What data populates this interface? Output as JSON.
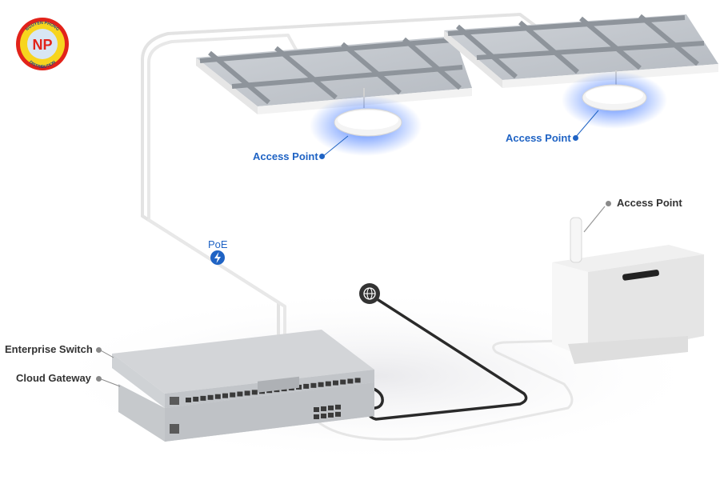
{
  "logo": {
    "text_top": "NGUYEN PHONG",
    "text_bottom": "DISTRIBUTION",
    "monogram": "NP",
    "ring_color": "#e2231a",
    "fill_color": "#f7d51e"
  },
  "labels": {
    "access_point_1": "Access Point",
    "access_point_2": "Access Point",
    "access_point_3": "Access Point",
    "poe": "PoE",
    "enterprise_switch": "Enterprise Switch",
    "cloud_gateway": "Cloud Gateway"
  },
  "icons": {
    "poe": "lightning-icon",
    "internet": "globe-icon"
  },
  "colors": {
    "accent_blue": "#1f63c4",
    "label_dark": "#333333",
    "ap_glow": "#2d6bff",
    "cable_dark": "#2a2a2a",
    "cable_light": "#e6e6e6"
  }
}
